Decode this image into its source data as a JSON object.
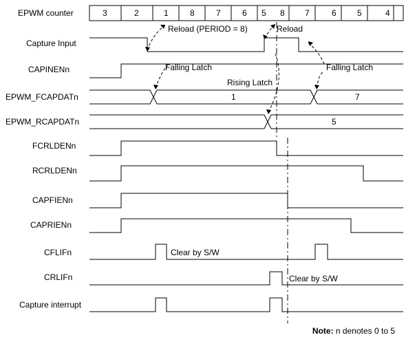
{
  "counter": {
    "label": "EPWM counter",
    "values": [
      "3",
      "2",
      "1",
      "8",
      "7",
      "6",
      "5",
      "8",
      "7",
      "6",
      "5",
      "4"
    ]
  },
  "signals": [
    {
      "id": "capture-input",
      "label": "Capture Input"
    },
    {
      "id": "capinen",
      "label": "CAPINENn"
    },
    {
      "id": "epwm-fcapdat",
      "label": "EPWM_FCAPDATn",
      "values": [
        "1",
        "7"
      ]
    },
    {
      "id": "epwm-rcapdat",
      "label": "EPWM_RCAPDATn",
      "values": [
        "5"
      ]
    },
    {
      "id": "fcrlden",
      "label": "FCRLDENn"
    },
    {
      "id": "rcrlden",
      "label": "RCRLDENn"
    },
    {
      "id": "capfien",
      "label": "CAPFIENn"
    },
    {
      "id": "caprien",
      "label": "CAPRIENn"
    },
    {
      "id": "cflif",
      "label": "CFLIFn"
    },
    {
      "id": "crlif",
      "label": "CRLIFn"
    },
    {
      "id": "capture-interrupt",
      "label": "Capture interrupt"
    }
  ],
  "annotations": {
    "reload_period": "Reload (PERIOD = 8)",
    "reload": "Reload",
    "falling_latch_1": "Falling Latch",
    "falling_latch_2": "Falling Latch",
    "rising_latch": "Rising Latch",
    "clear_sw_1": "Clear by S/W",
    "clear_sw_2": "Clear by S/W"
  },
  "note": {
    "prefix": "Note:",
    "text": " n denotes 0 to 5"
  }
}
